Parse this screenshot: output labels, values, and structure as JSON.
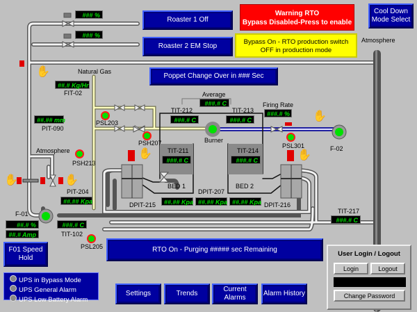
{
  "buttons": {
    "roaster1": "Roaster 1 Off",
    "roaster2": "Roaster 2 EM Stop",
    "poppet": "Poppet Change Over in ### Sec",
    "cooldown": "Cool Down Mode Select",
    "f01_speed": "F01 Speed Hold",
    "rto_on": "RTO On - Purging ##### sec Remaining",
    "settings": "Settings",
    "trends": "Trends",
    "current_alarms": "Current Alarms",
    "alarm_history": "Alarm History"
  },
  "banners": {
    "warning_line1": "Warning RTO",
    "warning_line2": "Bypass Disabled-Press to enable",
    "bypass_line1": "Bypass On - RTO production switch",
    "bypass_line2": "OFF in production mode",
    "warning_color": "#ff0000",
    "bypass_color": "#ffff00"
  },
  "labels": {
    "atmosphere_top": "Atmosphere",
    "natural_gas": "Natural Gas",
    "fit02": "FIT-02",
    "pit090": "PIT-090",
    "psl203": "PSL203",
    "psh207": "PSH207",
    "psh213": "PSH213",
    "atmosphere_left": "Atmosphere",
    "pit204": "PIT-204",
    "f01": "F-01",
    "tit102": "TIT-102",
    "psl205": "PSL205",
    "average": "Average",
    "tit212": "TIT-212",
    "tit213": "TIT-213",
    "firing_rate": "Firing Rate",
    "burner": "Burner",
    "psl301": "PSL301",
    "f02": "F-02",
    "tit211": "TIT-211",
    "tit214": "TIT-214",
    "bed1": "BED 1",
    "bed2": "BED 2",
    "dpit207": "DPIT-207",
    "dpit215": "DPIT-215",
    "dpit216": "DPIT-216",
    "tit217": "TIT-217"
  },
  "displays": {
    "valve1": "### %",
    "valve2": "### %",
    "fit02": "##.# Kg/Hr",
    "pit090": "##.## mm",
    "average": "###.# C",
    "tit212": "###.# C",
    "tit213": "###.# C",
    "firing_rate": "###.# %",
    "tit211": "###.# C",
    "tit214": "###.# C",
    "dpit215": "##.## Kpa",
    "dpit207": "##.## Kpa",
    "dpit216": "##.## Kpa",
    "pit204": "##.## Kpa",
    "f01_pct": "##.# %",
    "f01_amp": "##.# Amp",
    "tit102": "###.# C",
    "tit217": "###.# C"
  },
  "ups": [
    "UPS in Bypass Mode",
    "UPS General Alarm",
    "UPS Low Battery Alarm"
  ],
  "login": {
    "title": "User Login / Logout",
    "login": "Login",
    "logout": "Logout",
    "user_value": "",
    "change_password": "Change Password"
  }
}
